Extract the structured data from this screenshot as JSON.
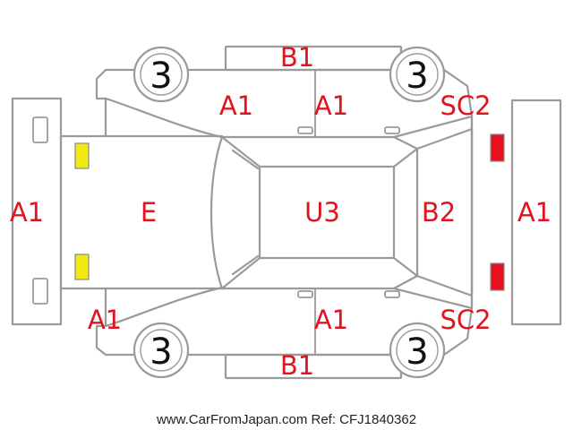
{
  "colors": {
    "outline": "#9a9a9a",
    "damage_code": "#e0141e",
    "front_light": "#f2ea10",
    "rear_light": "#e8101c"
  },
  "codes": {
    "roof_top": "B1",
    "roof_bottom": "B1",
    "front_door_top": "A1",
    "rear_door_top": "A1",
    "rear_quarter_top": "SC2",
    "front_bumper": "A1",
    "hood": "E",
    "roof": "U3",
    "rear_window": "B2",
    "rear_bumper": "A1",
    "front_fender_bottom": "A1",
    "rear_door_bottom": "A1",
    "rear_quarter_bottom": "SC2"
  },
  "tyres": {
    "front_left": "3",
    "rear_left": "3",
    "front_right": "3",
    "rear_right": "3"
  },
  "footer": {
    "credit": "www.CarFromJapan.com Ref: CFJ1840362"
  }
}
